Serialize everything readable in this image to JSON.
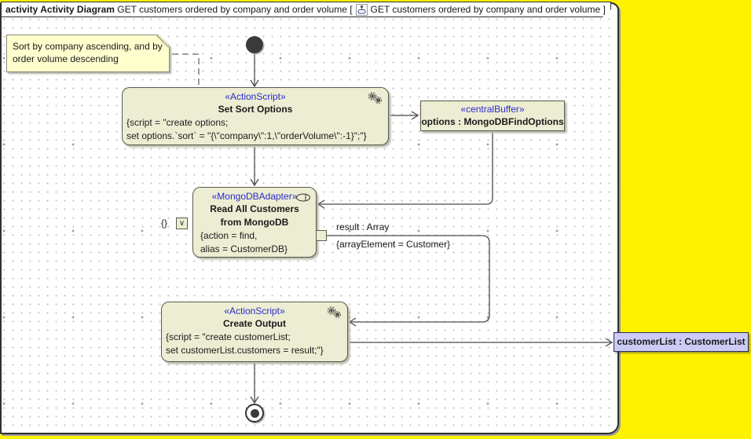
{
  "tab": {
    "bold_label": "activity Activity Diagram ",
    "label_pre_icon": "GET customers ordered by company and order volume [",
    "label_post_icon": "GET customers ordered by company and order volume ]"
  },
  "note": {
    "text": "Sort by company ascending, and by order volume descending"
  },
  "nodes": {
    "set_sort_options": {
      "stereotype": "«ActionScript»",
      "name": "Set Sort Options",
      "body_line1": "{script = \"create options;",
      "body_line2": "set options.`sort` = \"{\\\"company\\\":1,\\\"orderVolume\\\":-1}\";\"}"
    },
    "options_buffer": {
      "stereotype": "«centralBuffer»",
      "name": "options : MongoDBFindOptions"
    },
    "read_customers": {
      "stereotype": "«MongoDBAdapter»",
      "name_line1": "Read All Customers",
      "name_line2": "from MongoDB",
      "body_line1": "{action = find,",
      "body_line2": "alias = CustomerDB}"
    },
    "create_output": {
      "stereotype": "«ActionScript»",
      "name": "Create Output",
      "body_line1": "{script = \"create customerList;",
      "body_line2": "set customerList.customers = result;\"}"
    },
    "customer_list": {
      "name": "customerList : CustomerList"
    }
  },
  "edge_labels": {
    "result": "result : Array",
    "array_element": "{arrayElement = Customer}",
    "input_pin": "{}",
    "input_pin_glyph": "∨"
  },
  "colors": {
    "canvas_yellow": "#FFF200",
    "node_fill": "#EDEDD3",
    "stereotype_blue": "#2A2ACD",
    "object_fill": "#CBCBF5",
    "note_fill": "#FFFFCE"
  }
}
